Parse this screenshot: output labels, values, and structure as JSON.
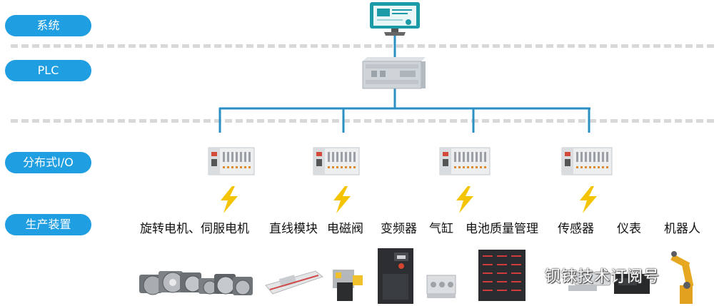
{
  "layers": [
    {
      "key": "system",
      "label": "系统"
    },
    {
      "key": "plc",
      "label": "PLC"
    },
    {
      "key": "io",
      "label": "分布式I/O"
    },
    {
      "key": "devices",
      "label": "生产装置"
    }
  ],
  "devices": [
    "旋转电机、伺服电机",
    "直线模块",
    "电磁阀",
    "变频器",
    "气缸",
    "电池质量管理",
    "传感器",
    "仪表",
    "机器人"
  ],
  "watermark": "钡铼技术订阅号",
  "colors": {
    "pill": "#1f9ee2",
    "bus": "#2a8fc4",
    "bolt": "#f5c400",
    "monitor": "#1b9aa8"
  }
}
